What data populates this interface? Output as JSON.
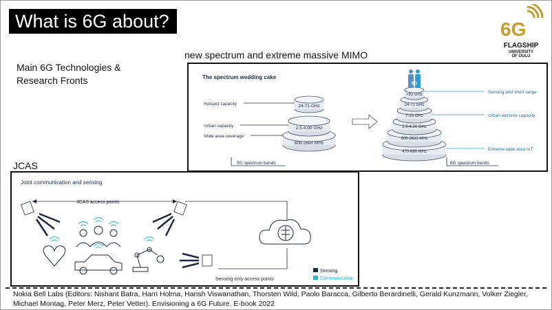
{
  "slide": {
    "title": "What is 6G about?",
    "subtitle_lines": [
      "Main 6G Technologies &",
      "Research Fronts"
    ],
    "spectrum_caption": "new spectrum and extreme massive MIMO",
    "jcas_caption": "JCAS",
    "reference_lines": [
      "Nokia Bell Labs (Editors: Nishant Batra, Harri Holma, Harish Viswanathan, Thorsten Wild, Paolo Baracca, Gilberto Berardinelli, Gerald Kunzmann, Volker Ziegler,",
      "Michael Montag, Peter Merz, Peter Vetter). Envisioning a 6G Future. E-book 2022"
    ]
  },
  "logo": {
    "mark": "6G",
    "name": "FLAGSHIP",
    "university_lines": [
      "UNIVERSITY",
      "OF OULU"
    ],
    "color": "#c99a2e"
  },
  "spectrum": {
    "title": "The spectrum wedding cake",
    "left_labels": [
      "Hotspot capacity",
      "Urban capacity",
      "Wide area coverage"
    ],
    "cake5g_tiers": [
      "24-71 GHz",
      "2.5-4.90 GHz",
      "600-2600 MHz"
    ],
    "cake5g_label": "5G spectrum bands",
    "cake6g_tiers": [
      ">92 GHz",
      "24-71 GHz",
      "7-20 GHz",
      "2.5-4.90 GHz",
      "600-2600 MHz",
      "470-690 MHz"
    ],
    "cake6g_label": "6G spectrum bands",
    "right_labels": [
      "Sensing and short range",
      "Urban extreme capacity",
      "Extreme wide area IoT"
    ],
    "topper": "6G",
    "accent": "#2a9fd6"
  },
  "jcas": {
    "title": "Joint communication and sensing",
    "access_label": "JCAS access points",
    "sensing_label": "Sensing-only access points",
    "legend": [
      "Sensing",
      "Communication"
    ],
    "sensing_color": "#1c2740",
    "communication_color": "#22b8d8"
  }
}
